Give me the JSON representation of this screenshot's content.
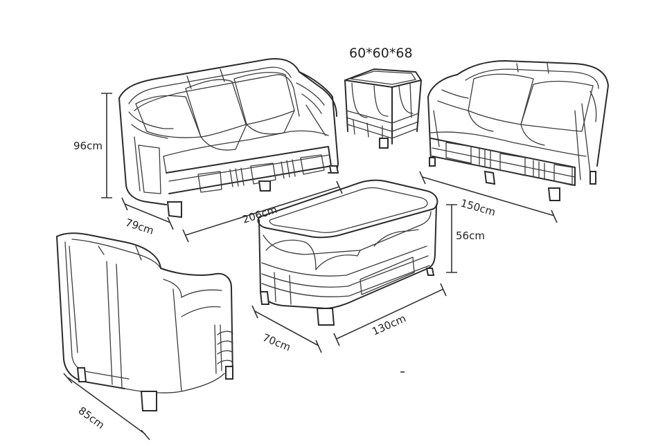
{
  "diagram": {
    "side_table_size": "60*60*68",
    "sofa_three": {
      "height": "96cm",
      "depth": "79cm",
      "width": "206cm"
    },
    "sofa_two": {
      "width": "150cm"
    },
    "coffee_table": {
      "height": "56cm",
      "depth": "70cm",
      "width": "130cm"
    },
    "armchair": {
      "width": "85cm"
    }
  }
}
